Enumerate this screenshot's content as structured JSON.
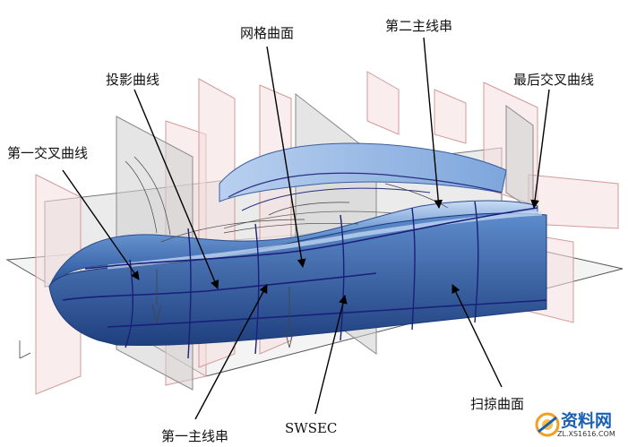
{
  "labels": {
    "mesh_surface": "网格曲面",
    "second_main_string": "第二主线串",
    "projected_curve": "投影曲线",
    "last_intersection_curve": "最后交叉曲线",
    "first_intersection_curve": "第一交叉曲线",
    "first_main_string": "第一主线串",
    "swsec": "SWSEC",
    "swept_surface": "扫掠曲面"
  },
  "watermark": {
    "text": "资料网",
    "url": "ZL.XS1616.COM"
  },
  "colors": {
    "surface_blue": "#3c6db4",
    "highlight_blue": "#a9c8ee",
    "plane_pink": "#e8a8a8",
    "plane_gray": "#9a9a9a",
    "curve_navy": "#1a1f7a"
  }
}
